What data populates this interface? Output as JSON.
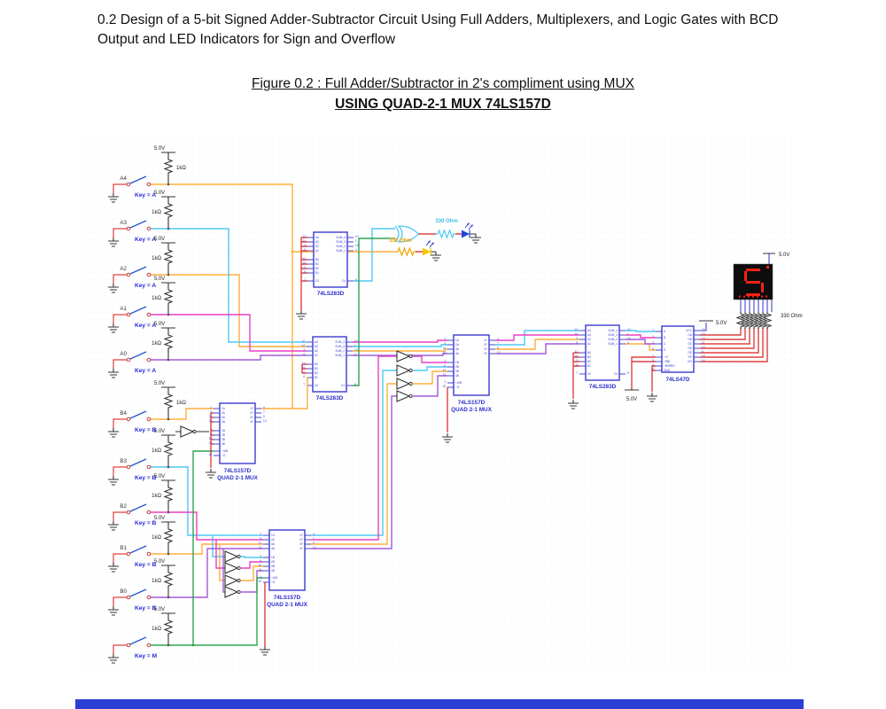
{
  "title": "0.2 Design of a 5-bit Signed Adder-Subtractor Circuit Using Full Adders, Multiplexers, and Logic Gates with BCD Output and LED Indicators for Sign and Overflow",
  "figure": {
    "caption": "Figure 0.2 : Full Adder/Subtractor in 2's compliment using MUX",
    "subcaption": "USING QUAD-2-1 MUX 74LS157D"
  },
  "labels": {
    "v": "5.0V",
    "r1k": "1kΩ",
    "r330": "330 Ohm"
  },
  "sw": [
    {
      "name": "A4",
      "key": "Key = A"
    },
    {
      "name": "A3",
      "key": "Key = A"
    },
    {
      "name": "A2",
      "key": "Key = A"
    },
    {
      "name": "A1",
      "key": "Key = A"
    },
    {
      "name": "A0",
      "key": "Key = A"
    },
    {
      "name": "B4",
      "key": "Key = B"
    },
    {
      "name": "B3",
      "key": "Key = B"
    },
    {
      "name": "B2",
      "key": "Key = B"
    },
    {
      "name": "B1",
      "key": "Key = B"
    },
    {
      "name": "B0",
      "key": "Key = B"
    },
    {
      "name": "",
      "key": "Key = M"
    }
  ],
  "adder": {
    "name": "74LS283D",
    "left": [
      "A4",
      "A3",
      "A2",
      "A1",
      "B4",
      "B3",
      "B2",
      "B1",
      "C0"
    ],
    "nl": [
      "12",
      "14",
      "3",
      "5",
      "11",
      "15",
      "2",
      "6",
      "7"
    ],
    "right": [
      "SUM_4",
      "SUM_3",
      "SUM_2",
      "SUM_1",
      "C4"
    ],
    "nr": [
      "10",
      "1",
      "13",
      "4",
      "9"
    ]
  },
  "mux": {
    "name": "74LS157D",
    "sub": "QUAD 2-1 MUX",
    "left": [
      "1A",
      "2A",
      "3A",
      "4A",
      "1B",
      "2B",
      "3B",
      "4B",
      "~A/B",
      "~G"
    ],
    "nl": [
      "2",
      "5",
      "11",
      "14",
      "3",
      "6",
      "10",
      "13",
      "1",
      "15"
    ],
    "right": [
      "1Y",
      "2Y",
      "3Y",
      "4Y"
    ],
    "nr": [
      "4",
      "7",
      "9",
      "12"
    ]
  },
  "bcd": {
    "name": "74LS47D",
    "left": [
      "A",
      "B",
      "C",
      "D",
      "~LT",
      "~RBI",
      "~BI/RBO",
      "GND"
    ],
    "nl": [
      "7",
      "1",
      "2",
      "6",
      "3",
      "5",
      "4",
      "8"
    ],
    "right": [
      "VCC",
      "OA",
      "OB",
      "OC",
      "OD",
      "OE",
      "OF",
      "OG"
    ],
    "nr": [
      "16",
      "13",
      "12",
      "11",
      "10",
      "9",
      "15",
      "14"
    ]
  },
  "display": {
    "digit": "5"
  },
  "colors": {
    "wire_orange": "#ffaf3c",
    "wire_cyan": "#4fc8f4",
    "wire_magenta": "#ec3fc4",
    "wire_violet": "#a35bd6",
    "wire_green": "#2ea44f",
    "wire_red": "#e04040",
    "ic_blue": "#3a3ad0",
    "led_blue": "#2244dd",
    "led_yellow": "#f7c700",
    "seg_red": "#ff2016"
  }
}
